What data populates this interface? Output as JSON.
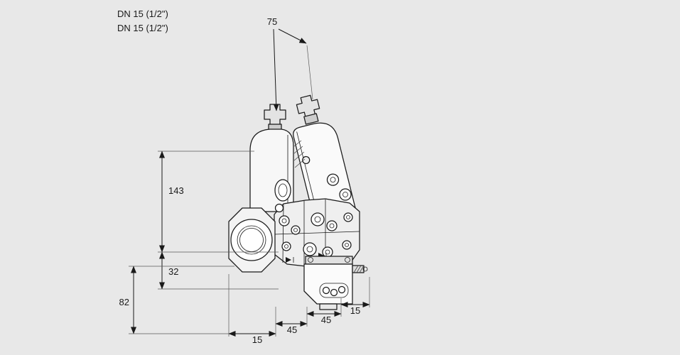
{
  "page": {
    "background": "#e8e8e8",
    "ink": "#1a1a1a"
  },
  "callouts": {
    "dn_label_top": "DN 15 (1/2\")",
    "dn_label_bottom": "DN 15 (1/2\")"
  },
  "dimensions": {
    "actuator_spacing": "75",
    "height_to_center": "143",
    "center_to_flange": "32",
    "regulator_height": "82",
    "bottom_15_left": "15",
    "bottom_45_left": "45",
    "bottom_45_right": "45",
    "bottom_15_right": "15"
  }
}
